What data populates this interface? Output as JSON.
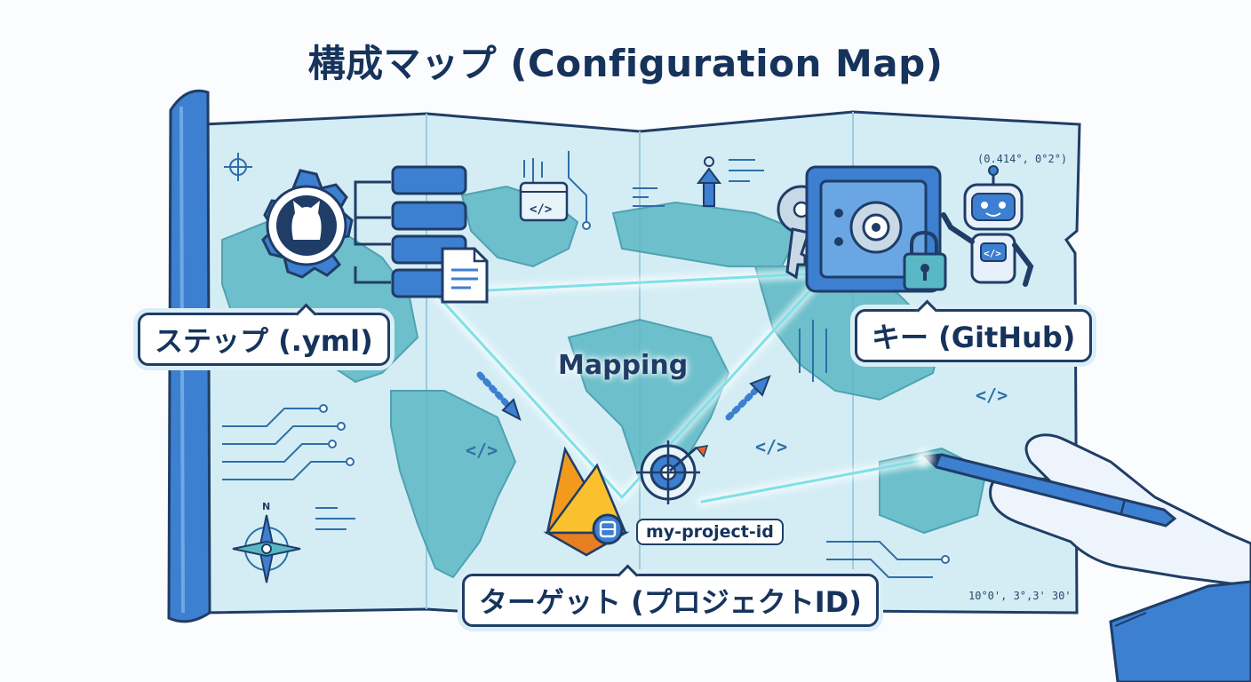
{
  "title": "構成マップ (Configuration Map)",
  "labels": {
    "step": "ステップ (.yml)",
    "key": "キー (GitHub)",
    "target": "ターゲット (プロジェクトID)",
    "project_id": "my-project-id",
    "mapping": "Mapping"
  },
  "coordinates": {
    "top_right": "(0.414°, 0°2°)",
    "bottom_right": "10°0', 3°,3' 30'"
  },
  "icons": {
    "github": "github-gear-icon",
    "workflow": "workflow-stack-icon",
    "document": "document-icon",
    "key": "key-icon",
    "safe": "vault-icon",
    "lock": "padlock-icon",
    "robot": "robot-icon",
    "firebase": "firebase-flame-icon",
    "target": "target-icon",
    "pen": "pen-icon",
    "compass": "compass-rose-icon"
  },
  "colors": {
    "outline": "#1f3d66",
    "map_sea": "#cfeaf3",
    "land": "#5ab8c4",
    "accent_blue": "#3d7fd0",
    "firebase_orange": "#f39a1e",
    "firebase_yellow": "#fbc02d"
  }
}
